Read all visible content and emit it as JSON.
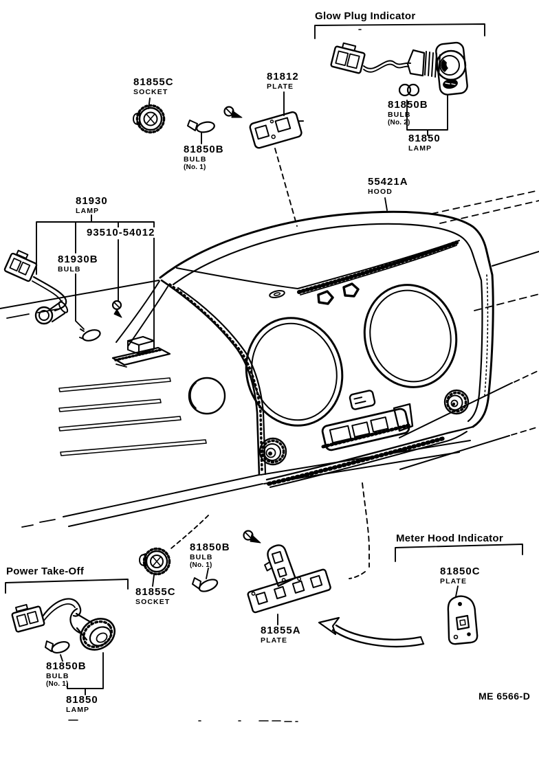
{
  "page": {
    "code": "ME 6566-D"
  },
  "groups": {
    "glow_plug": {
      "title": "Glow Plug Indicator"
    },
    "power_take_off": {
      "title": "Power Take-Off"
    },
    "meter_hood": {
      "title": "Meter Hood Indicator"
    }
  },
  "labels": {
    "socket_top": {
      "part": "81855C",
      "desc": "SOCKET"
    },
    "plate_81812": {
      "part": "81812",
      "desc": "PLATE"
    },
    "bulb_glow": {
      "part": "81850B",
      "desc": "BULB",
      "note": "(No. 2)"
    },
    "lamp_glow": {
      "part": "81850",
      "desc": "LAMP"
    },
    "bulb_top": {
      "part": "81850B",
      "desc": "BULB",
      "note": "(No. 1)"
    },
    "lamp_81930": {
      "part": "81930",
      "desc": "LAMP"
    },
    "screw_93510": {
      "part": "93510-54012"
    },
    "bulb_81930b": {
      "part": "81930B",
      "desc": "BULB"
    },
    "hood": {
      "part": "55421A",
      "desc": "HOOD"
    },
    "bulb_mid": {
      "part": "81850B",
      "desc": "BULB",
      "note": "(No. 1)"
    },
    "socket_bottom": {
      "part": "81855C",
      "desc": "SOCKET"
    },
    "plate_81855a": {
      "part": "81855A",
      "desc": "PLATE"
    },
    "plate_81850c": {
      "part": "81850C",
      "desc": "PLATE"
    },
    "bulb_pto": {
      "part": "81850B",
      "desc": "BULB",
      "note": "(No. 1)"
    },
    "lamp_pto": {
      "part": "81850",
      "desc": "LAMP"
    }
  }
}
